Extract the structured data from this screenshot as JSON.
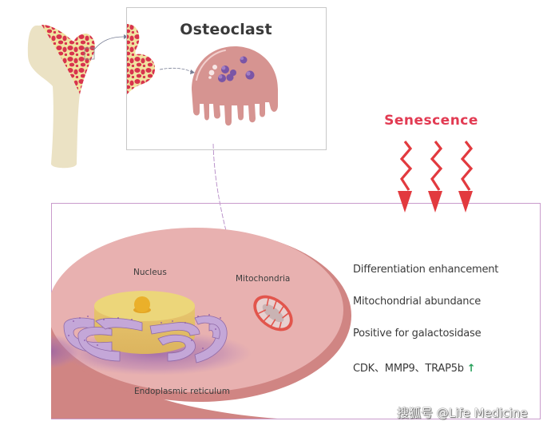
{
  "diagram": {
    "title": "Osteoclast",
    "stimulus_label": "Senescence",
    "stimulus_color": "#e23a3f",
    "cell_labels": {
      "nucleus": "Nucleus",
      "mitochondria": "Mitochondria",
      "endoplasmic_reticulum": "Endoplasmic reticulum"
    },
    "features": [
      {
        "text": "Differentiation enhancement"
      },
      {
        "text": "Mitochondrial abundance"
      },
      {
        "text": "Positive for galactosidase"
      },
      {
        "text": "CDK、MMP9、TRAP5b",
        "indicator": "↑",
        "indicator_color": "#27a05a"
      }
    ],
    "watermark": "搜狐号 @Life Medicine",
    "colors": {
      "bone": "#ebe2c4",
      "bone_marrow_red": "#d8344d",
      "osteoclast_body": "#d69491",
      "osteoclast_nuclei": "#7a55a6",
      "cell_top": "#e8b1b0",
      "cell_side": "#d08583",
      "nucleus": "#ecd67a",
      "nucleolus": "#eab02a",
      "er": "#b497cc",
      "mitochondria_outline": "#e2554c",
      "frame_border_purple": "#c99bcc",
      "frame_border_gray": "#c8c8c8"
    }
  }
}
